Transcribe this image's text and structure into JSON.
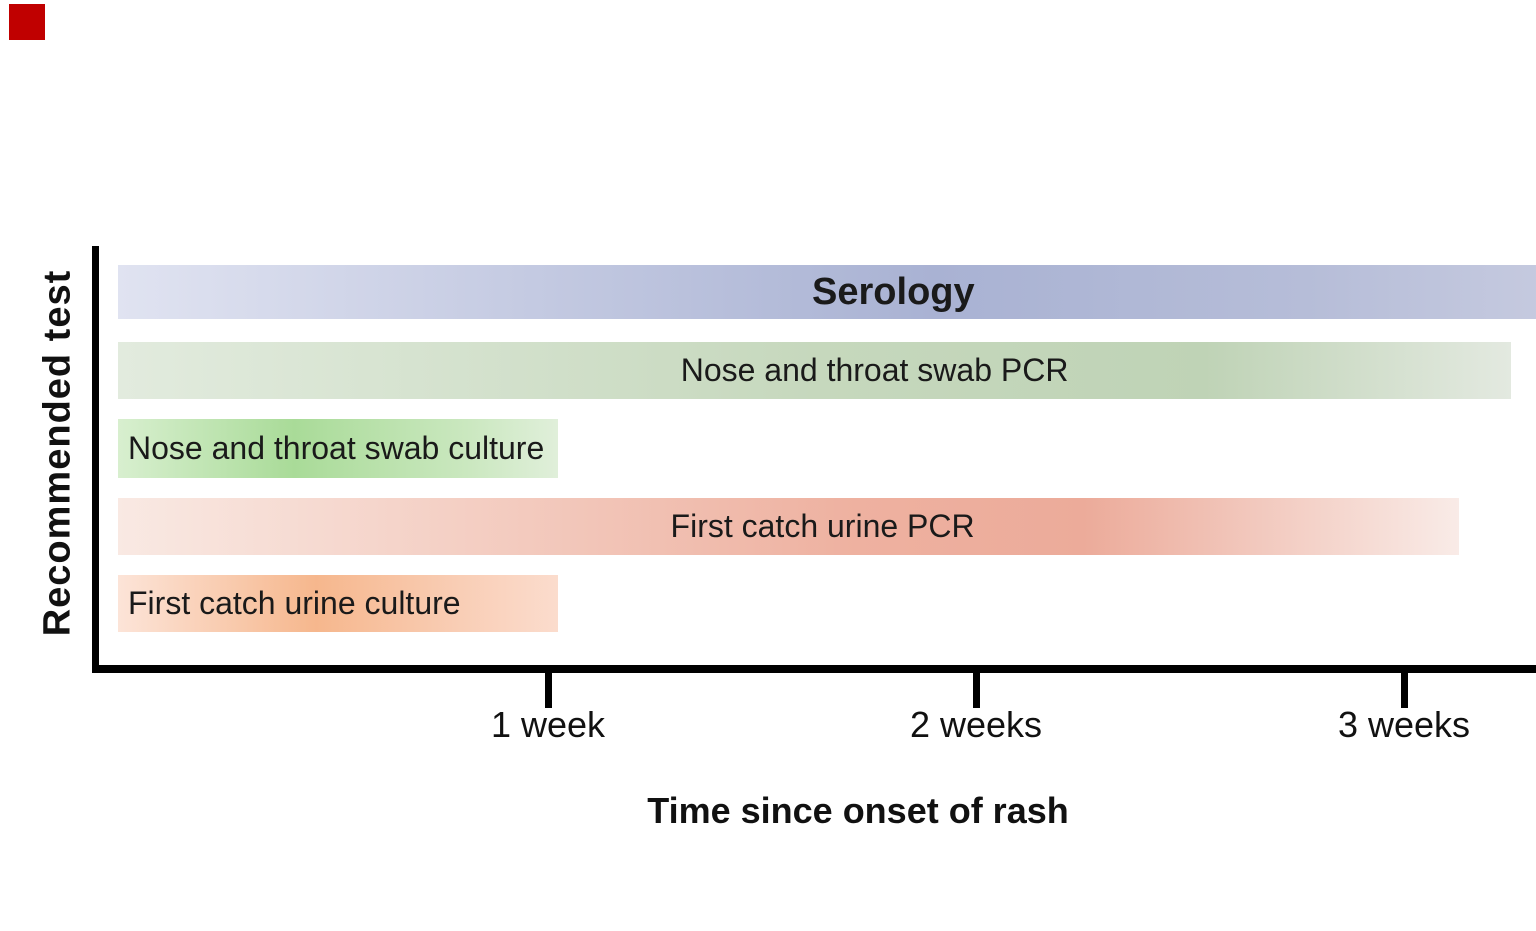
{
  "marker": {
    "color": "#c00000"
  },
  "chart_data": {
    "type": "bar",
    "orientation": "horizontal",
    "title": "",
    "xlabel": "Time since onset of rash",
    "ylabel": "Recommended test",
    "axis_color": "#000000",
    "label_color": "#1a1a1a",
    "grid": false,
    "x_axis": {
      "unit": "weeks",
      "range_weeks": [
        0,
        3.31
      ],
      "ticks": [
        {
          "label": "1 week",
          "weeks": 1
        },
        {
          "label": "2 weeks",
          "weeks": 2
        },
        {
          "label": "3 weeks",
          "weeks": 3
        }
      ]
    },
    "bars": [
      {
        "label": "Serology",
        "start_weeks": 0,
        "end_weeks": 3.31,
        "runs_off_chart": true,
        "bold": true,
        "align": "center",
        "gradient": [
          "#e0e3f1 0%",
          "#a9b2d3 55%",
          "#b6bdd8 80%",
          "#c9cde1 100%"
        ]
      },
      {
        "label": "Nose and throat swab PCR",
        "start_weeks": 0,
        "end_weeks": 2.97,
        "runs_off_chart": false,
        "bold": false,
        "align": "center",
        "gradient": [
          "#e2ebde 0%",
          "#c6d8bd 50%",
          "#bfd3b6 78%",
          "#e3e9e0 100%"
        ]
      },
      {
        "label": "Nose and throat swab culture",
        "start_weeks": 0,
        "end_weeks": 1,
        "runs_off_chart": false,
        "bold": false,
        "align": "left",
        "gradient": [
          "#d8efcf 0%",
          "#a9db98 40%",
          "#cbe8c0 80%",
          "#e0efda 100%"
        ]
      },
      {
        "label": "First catch urine PCR",
        "start_weeks": 0,
        "end_weeks": 2.97,
        "runs_off_chart": false,
        "bold": false,
        "align": "center",
        "gradient": [
          "#f9e9e3 0%",
          "#eeb1a0 55%",
          "#ecab9a 72%",
          "#f9ebe7 100%"
        ]
      },
      {
        "label": "First catch urine culture",
        "start_weeks": 0,
        "end_weeks": 1,
        "runs_off_chart": false,
        "bold": false,
        "align": "left",
        "gradient": [
          "#fce4d8 0%",
          "#f6b78d 45%",
          "#f9ceb6 78%",
          "#fbdccd 100%"
        ]
      }
    ]
  }
}
